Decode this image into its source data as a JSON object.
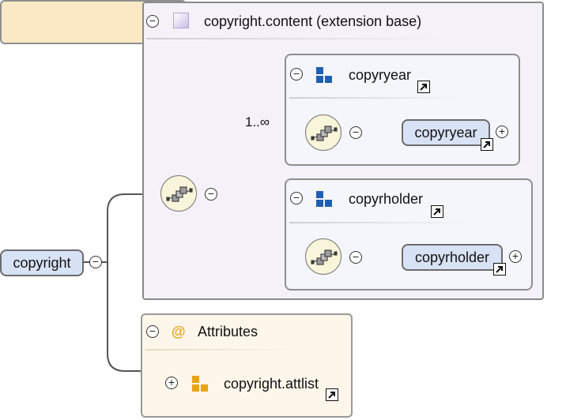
{
  "root": {
    "label": "copyright"
  },
  "content": {
    "title": "copyright.content (extension base)"
  },
  "cardinality": "1..∞",
  "copyryear": {
    "group_label": "copyryear",
    "element_label": "copyryear"
  },
  "copyrholder": {
    "group_label": "copyrholder",
    "element_label": "copyrholder"
  },
  "attributes": {
    "title": "Attributes",
    "attlist_label": "copyright.attlist"
  },
  "icons": {
    "collapse": "−",
    "expand": "+",
    "at": "@"
  },
  "colors": {
    "element_fill": "#d8e2f5",
    "sequence_fill": "#f9f5db",
    "attr_fill": "#fdf7eb",
    "attlist_fill": "#fbe9c6",
    "type_blue": "#1e5fb4",
    "attr_orange": "#e8a317"
  }
}
